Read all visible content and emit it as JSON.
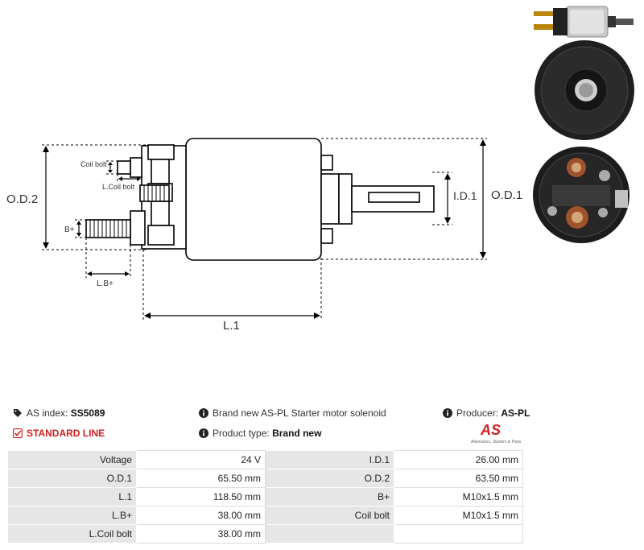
{
  "diagram": {
    "od2": "O.D.2",
    "od1": "O.D.1",
    "id1": "I.D.1",
    "l1": "L.1",
    "coil_bolt": "Coil bolt",
    "l_coil_bolt": "L.Coil bolt",
    "bplus": "B+",
    "lbplus": "L.B+"
  },
  "info": {
    "index_label": "AS index:",
    "index_value": "SS5089",
    "standard_line": "STANDARD LINE",
    "description": "Brand new AS-PL Starter motor solenoid",
    "product_type_label": "Product type:",
    "product_type_value": "Brand new",
    "producer_label": "Producer:",
    "producer_value": "AS-PL"
  },
  "logo": {
    "mark": "AS",
    "tagline": "Alternators, Starters & Parts"
  },
  "specs": [
    {
      "l1": "Voltage",
      "v1": "24 V",
      "l2": "I.D.1",
      "v2": "26.00 mm"
    },
    {
      "l1": "O.D.1",
      "v1": "65.50 mm",
      "l2": "O.D.2",
      "v2": "63.50 mm"
    },
    {
      "l1": "L.1",
      "v1": "118.50 mm",
      "l2": "B+",
      "v2": "M10x1.5 mm"
    },
    {
      "l1": "L.B+",
      "v1": "38.00 mm",
      "l2": "Coil bolt",
      "v2": "M10x1.5 mm"
    },
    {
      "l1": "L.Coil bolt",
      "v1": "38.00 mm",
      "l2": "",
      "v2": ""
    }
  ],
  "colors": {
    "accent": "#d42020",
    "label_bg": "#e6e6e6"
  },
  "icons": [
    "tag-icon",
    "check-square-icon",
    "info-icon"
  ]
}
